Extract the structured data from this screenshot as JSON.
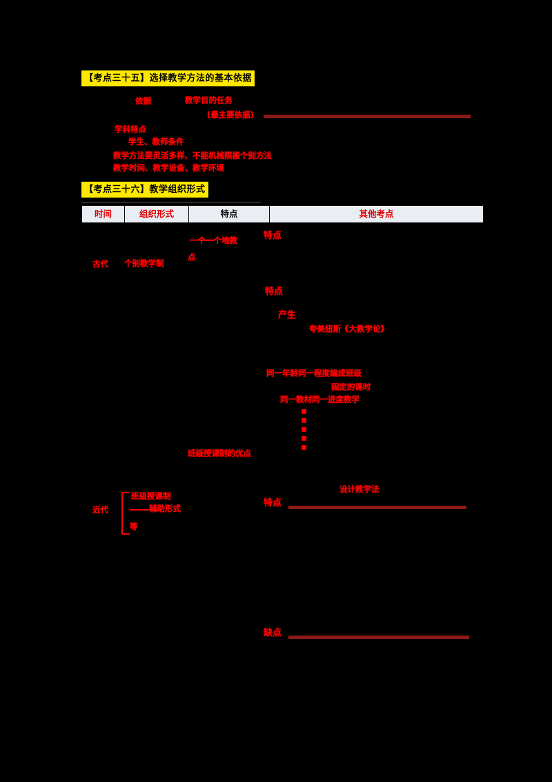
{
  "page": {
    "background_color": "#000000",
    "paper_color": "#eaeef5",
    "highlight_color": "#ffe800",
    "annotation_color": "#ff0000",
    "marker_color": "#8c1a18"
  },
  "headings": [
    {
      "id": "kp35",
      "text": "【考点三十五】选择教学方法的基本依据"
    },
    {
      "id": "kp36",
      "text": "【考点三十六】教学组织形式"
    }
  ],
  "table": {
    "columns": [
      {
        "key": "time",
        "label": "时间",
        "color": "#e00000"
      },
      {
        "key": "form",
        "label": "组织形式",
        "color": "#e00000"
      },
      {
        "key": "feature",
        "label": "特点",
        "color": "#101010"
      },
      {
        "key": "other",
        "label": "其他考点",
        "color": "#e00000"
      }
    ]
  },
  "annotations": {
    "kp35": [
      {
        "id": "a1",
        "text": "依据",
        "size": "md"
      },
      {
        "id": "a2",
        "text": "教学目的任务",
        "size": "md"
      },
      {
        "id": "a3",
        "text": "(最主要依据)",
        "size": "md"
      },
      {
        "id": "a4",
        "text": "学科特点",
        "size": "md"
      },
      {
        "id": "a5",
        "text": "学生、教师条件",
        "size": "md"
      },
      {
        "id": "a6",
        "text": "教学方法要灵活多样、不能机械照搬个别方法",
        "size": "md"
      },
      {
        "id": "a7",
        "text": "教学时间、教学设备、教学环境",
        "size": "md"
      }
    ],
    "table_body": [
      {
        "id": "b1",
        "text": "个别教学制",
        "size": "md"
      },
      {
        "id": "b2",
        "text": "古代",
        "size": "md"
      },
      {
        "id": "b3",
        "text": "一个一个地教",
        "size": "md"
      },
      {
        "id": "b4",
        "text": "点",
        "size": "md"
      },
      {
        "id": "b5",
        "text": "特点",
        "size": "lg"
      },
      {
        "id": "b6",
        "text": "特点",
        "size": "lg"
      },
      {
        "id": "b7",
        "text": "产生",
        "size": "lg"
      },
      {
        "id": "b8",
        "text": "夸美纽斯《大教学论》",
        "size": "md"
      },
      {
        "id": "b9",
        "text": "同一年龄同一程度编成班级",
        "size": "md"
      },
      {
        "id": "b10",
        "text": "固定的课时",
        "size": "md"
      },
      {
        "id": "b11",
        "text": "同一教材同一进度教学",
        "size": "md"
      },
      {
        "id": "b12",
        "text": "班级授课制的优点",
        "size": "md"
      },
      {
        "id": "b13",
        "text": "班级授课制",
        "size": "md"
      },
      {
        "id": "b14",
        "text": "设计教学法",
        "size": "md"
      },
      {
        "id": "b15",
        "text": "近代",
        "size": "md"
      },
      {
        "id": "b16",
        "text": "辅助形式",
        "size": "md"
      },
      {
        "id": "b17",
        "text": "特点",
        "size": "lg"
      },
      {
        "id": "b18",
        "text": "缺点",
        "size": "lg"
      },
      {
        "id": "b19",
        "text": "等",
        "size": "md"
      }
    ]
  },
  "marker_rules": [
    {
      "id": "m1",
      "note": "rule right of 最主要依据"
    },
    {
      "id": "m2",
      "note": "rule right of 特点 (mid table)"
    },
    {
      "id": "m3",
      "note": "rule right of 缺点 (lower table)"
    }
  ]
}
